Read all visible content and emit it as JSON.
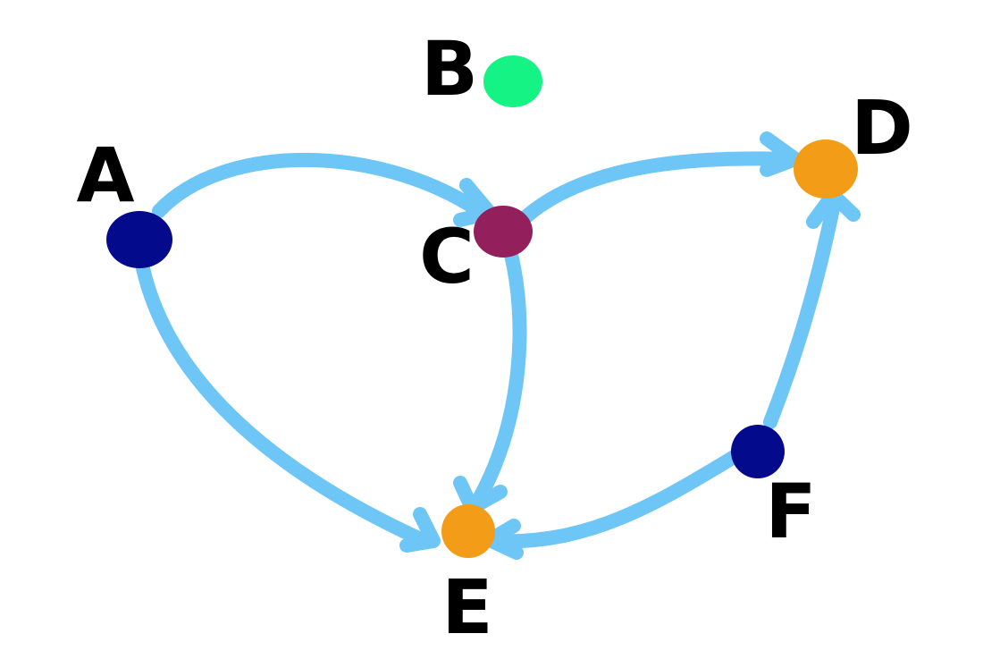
{
  "diagram": {
    "type": "directed-graph",
    "edge_color": "#6ec6f7",
    "nodes": [
      {
        "id": "A",
        "label": "A",
        "color": "#040a8c"
      },
      {
        "id": "B",
        "label": "B",
        "color": "#15f385"
      },
      {
        "id": "C",
        "label": "C",
        "color": "#931f5c"
      },
      {
        "id": "D",
        "label": "D",
        "color": "#f39c18"
      },
      {
        "id": "E",
        "label": "E",
        "color": "#f39c18"
      },
      {
        "id": "F",
        "label": "F",
        "color": "#040a8c"
      }
    ],
    "edges": [
      {
        "from": "A",
        "to": "C"
      },
      {
        "from": "A",
        "to": "E"
      },
      {
        "from": "C",
        "to": "D"
      },
      {
        "from": "C",
        "to": "E"
      },
      {
        "from": "F",
        "to": "D"
      },
      {
        "from": "F",
        "to": "E"
      }
    ]
  }
}
